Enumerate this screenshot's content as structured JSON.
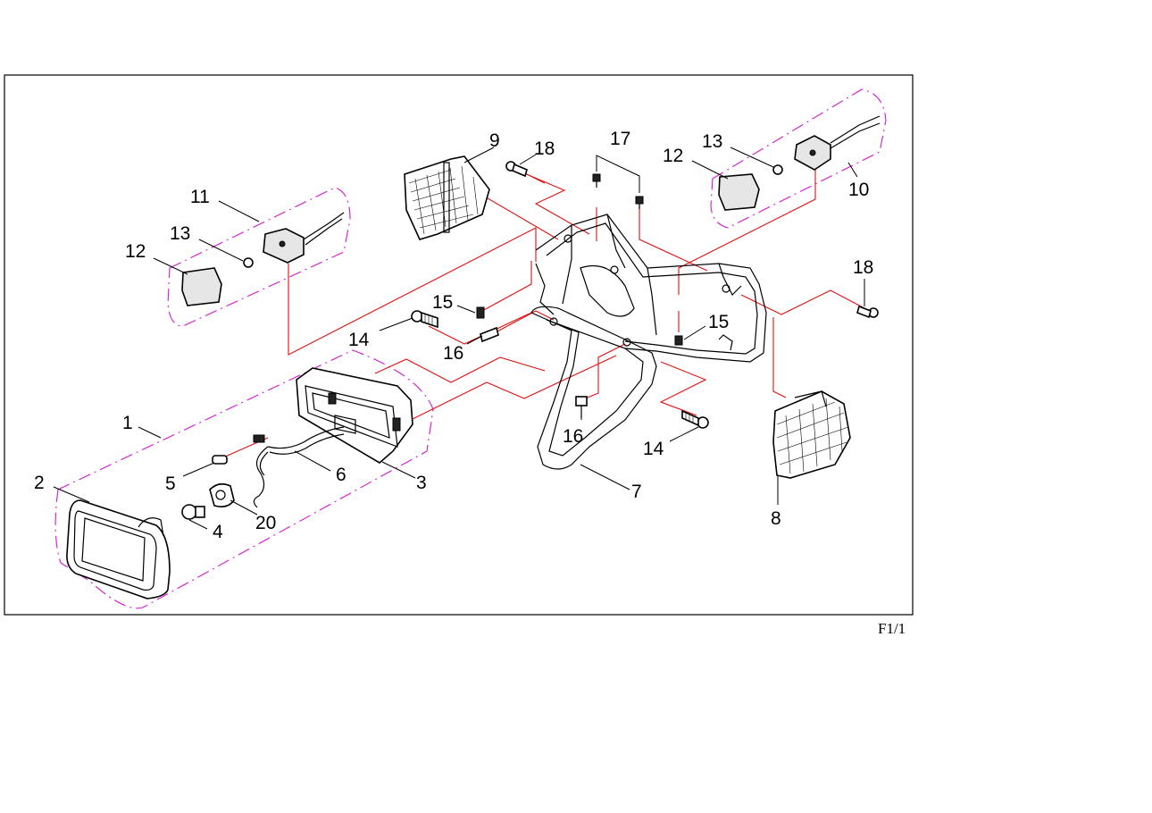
{
  "callouts": [
    {
      "id": "c1",
      "text": "1"
    },
    {
      "id": "c2",
      "text": "2"
    },
    {
      "id": "c3",
      "text": "3"
    },
    {
      "id": "c4",
      "text": "4"
    },
    {
      "id": "c5",
      "text": "5"
    },
    {
      "id": "c6",
      "text": "6"
    },
    {
      "id": "c7",
      "text": "7"
    },
    {
      "id": "c8",
      "text": "8"
    },
    {
      "id": "c9",
      "text": "9"
    },
    {
      "id": "c10",
      "text": "10"
    },
    {
      "id": "c11",
      "text": "11"
    },
    {
      "id": "c12a",
      "text": "12"
    },
    {
      "id": "c12b",
      "text": "12"
    },
    {
      "id": "c13a",
      "text": "13"
    },
    {
      "id": "c13b",
      "text": "13"
    },
    {
      "id": "c14a",
      "text": "14"
    },
    {
      "id": "c14b",
      "text": "14"
    },
    {
      "id": "c15a",
      "text": "15"
    },
    {
      "id": "c15b",
      "text": "15"
    },
    {
      "id": "c16a",
      "text": "16"
    },
    {
      "id": "c16b",
      "text": "16"
    },
    {
      "id": "c17",
      "text": "17"
    },
    {
      "id": "c18a",
      "text": "18"
    },
    {
      "id": "c18b",
      "text": "18"
    },
    {
      "id": "c20",
      "text": "20"
    }
  ],
  "footer": {
    "page_label": "F1/1"
  },
  "colors": {
    "group_outline": "#d01ad0",
    "assembly_line": "#d11111",
    "ink": "#000000"
  }
}
